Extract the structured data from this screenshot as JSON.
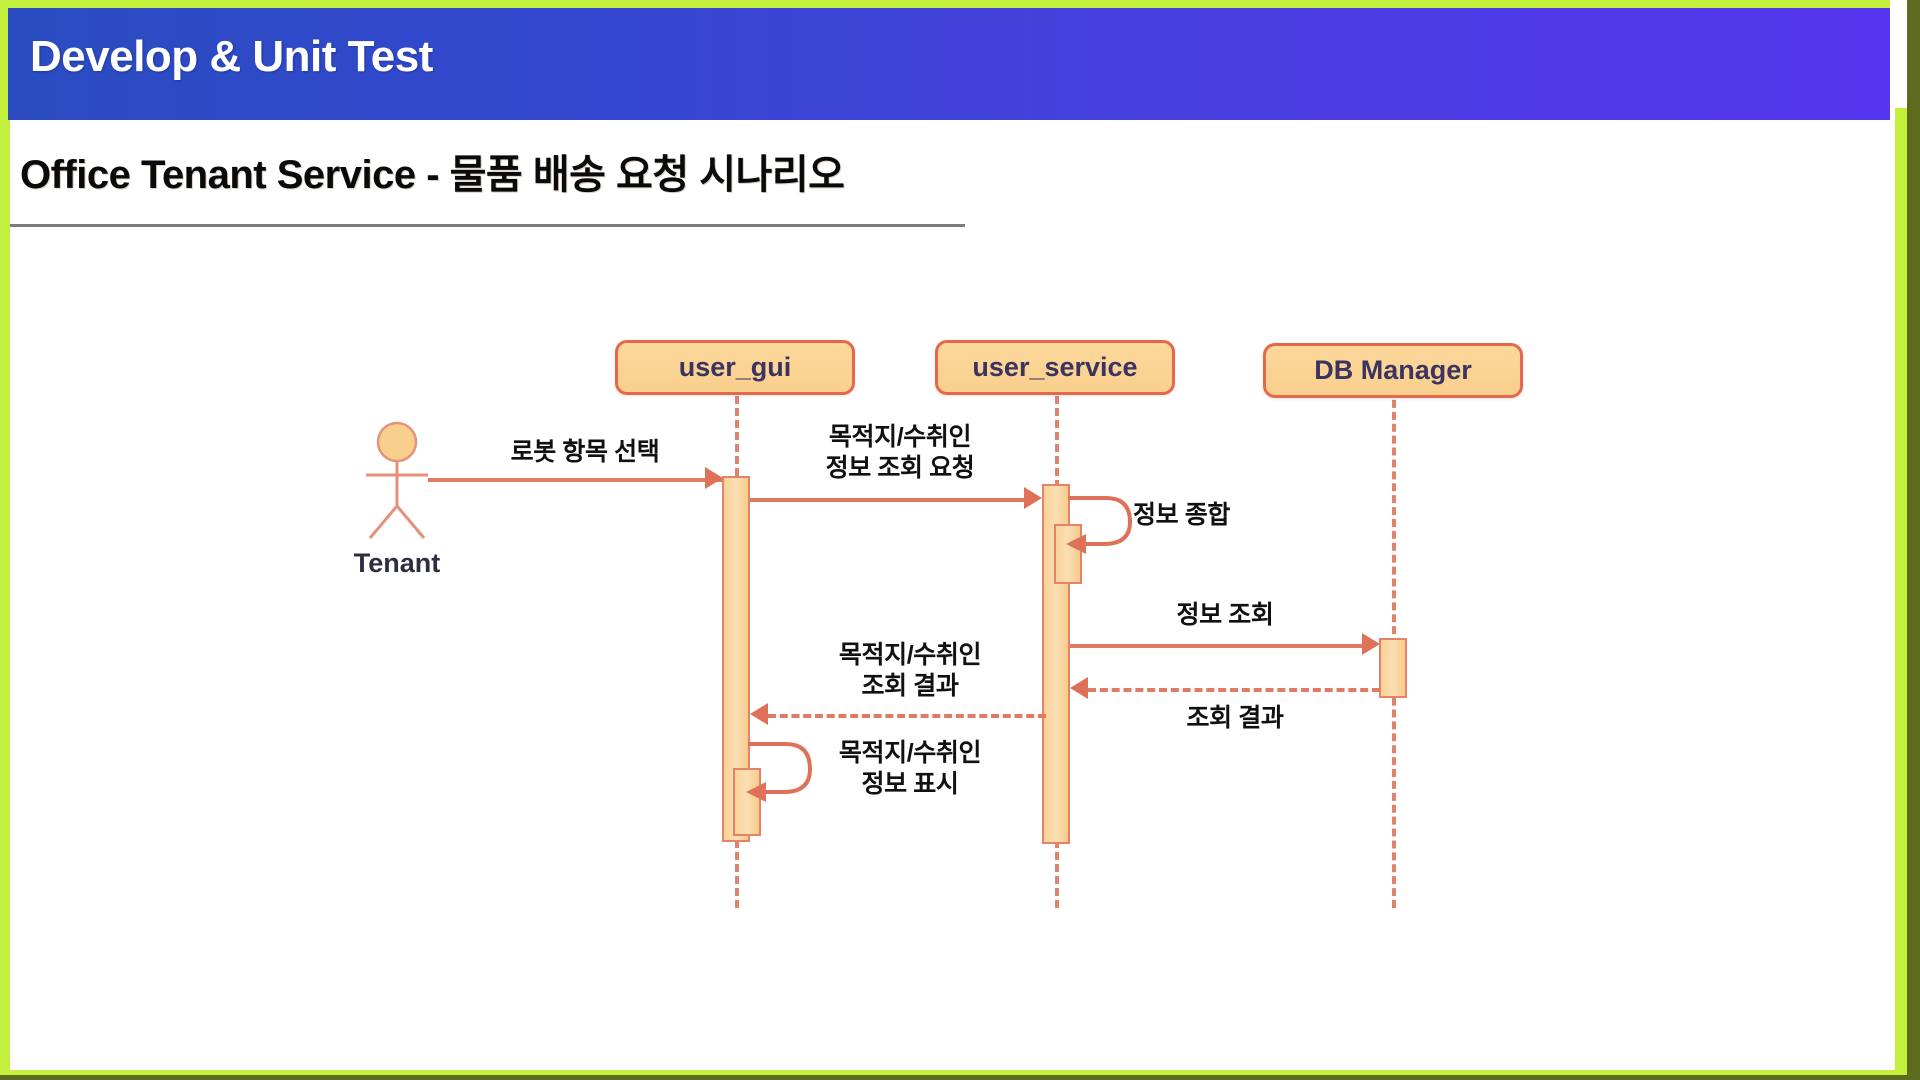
{
  "header": {
    "title": "Develop & Unit Test",
    "band_gradient_from": "#2a4cc0",
    "band_gradient_to": "#5636ef"
  },
  "slide": {
    "subtitle": "Office Tenant Service - 물품 배송 요청 시나리오",
    "frame_color": "#c2f03c"
  },
  "diagram": {
    "type": "uml-sequence-diagram",
    "accent_border": "#e4694c",
    "accent_fill": "#fbd298",
    "arrow_color": "#de7258",
    "actors": [
      {
        "id": "tenant",
        "label": "Tenant",
        "kind": "stick-figure"
      }
    ],
    "participants": [
      {
        "id": "user_gui",
        "label": "user_gui"
      },
      {
        "id": "user_service",
        "label": "user_service"
      },
      {
        "id": "db_manager",
        "label": "DB Manager"
      }
    ],
    "messages": [
      {
        "seq": 1,
        "from": "tenant",
        "to": "user_gui",
        "label": "로봇 항목 선택",
        "style": "solid",
        "direction": "right"
      },
      {
        "seq": 2,
        "from": "user_gui",
        "to": "user_service",
        "label": "목적지/수취인\n정보 조회 요청",
        "style": "solid",
        "direction": "right"
      },
      {
        "seq": 3,
        "from": "user_service",
        "to": "user_service",
        "label": "정보 종합",
        "style": "solid",
        "direction": "self"
      },
      {
        "seq": 4,
        "from": "user_service",
        "to": "db_manager",
        "label": "정보 조회",
        "style": "solid",
        "direction": "right"
      },
      {
        "seq": 5,
        "from": "db_manager",
        "to": "user_service",
        "label": "조회 결과",
        "style": "dashed",
        "direction": "left"
      },
      {
        "seq": 6,
        "from": "user_service",
        "to": "user_gui",
        "label": "목적지/수취인\n조회 결과",
        "style": "dashed",
        "direction": "left"
      },
      {
        "seq": 7,
        "from": "user_gui",
        "to": "user_gui",
        "label": "목적지/수취인\n정보 표시",
        "style": "solid",
        "direction": "self"
      }
    ]
  }
}
